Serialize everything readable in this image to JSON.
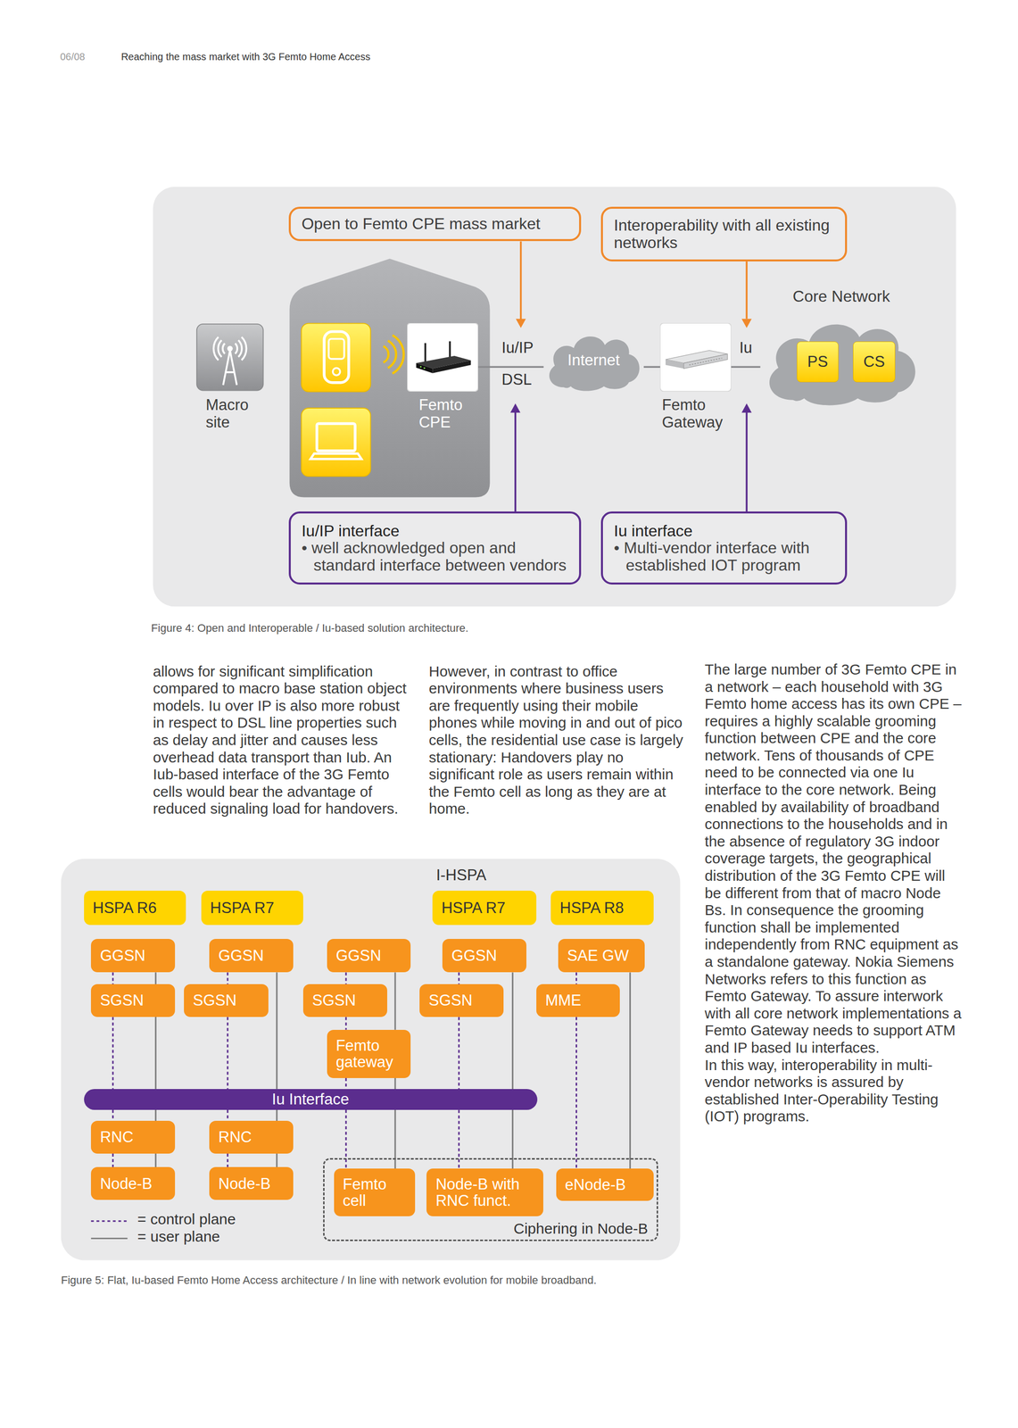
{
  "diagram": {
    "caption": "Figure 4: Open and Interoperable / Iu-based solution architecture.",
    "nodes": [
      {
        "text": [
          "Open to Femto CPE mass market"
        ]
      },
      {
        "text": [
          "Interoperability with all existing networks"
        ]
      },
      {
        "text": [
          "Core Network"
        ]
      },
      {
        "text": [
          "PS"
        ],
        "in": 2
      },
      {
        "text": [
          "CS"
        ],
        "in": 2
      },
      {
        "text": [
          "Macro site"
        ]
      },
      {
        "text": [
          "Femto CPE"
        ]
      },
      {
        "text": [
          "Internet"
        ]
      },
      {
        "text": [
          "Femto Gateway"
        ]
      },
      {
        "text": [
          "Iu/IP interface",
          "• well acknowledged open and standard interface between vendors"
        ]
      },
      {
        "text": [
          "Iu interface",
          "• Multi-vendor interface with established IOT program"
        ]
      },
      {
        "text": [
          "HSPA R6"
        ]
      },
      {
        "text": [
          "HSPA R7"
        ]
      },
      {
        "text": [
          "HSPA R7"
        ]
      },
      {
        "text": [
          "HSPA R8"
        ]
      },
      {
        "text": [
          "GGSN"
        ]
      },
      {
        "text": [
          "GGSN"
        ]
      },
      {
        "text": [
          "GGSN"
        ]
      },
      {
        "text": [
          "GGSN"
        ]
      },
      {
        "text": [
          "SAE GW"
        ]
      },
      {
        "text": [
          "SGSN"
        ]
      },
      {
        "text": [
          "SGSN"
        ]
      },
      {
        "text": [
          "SGSN"
        ]
      },
      {
        "text": [
          "SGSN"
        ]
      },
      {
        "text": [
          "MME"
        ]
      },
      {
        "text": [
          "Femto gateway"
        ]
      },
      {
        "text": [
          "Iu Interface"
        ]
      },
      {
        "text": [
          "RNC"
        ]
      },
      {
        "text": [
          "RNC"
        ]
      },
      {
        "text": [
          "Node-B"
        ]
      },
      {
        "text": [
          "Node-B"
        ]
      },
      {
        "text": [
          "Ciphering in Node-B"
        ]
      },
      {
        "text": [
          "Femto cell"
        ],
        "in": 31
      },
      {
        "text": [
          "Node-B with RNC funct."
        ],
        "in": 31
      },
      {
        "text": [
          "eNode-B"
        ],
        "in": 31
      }
    ],
    "edges": [
      {
        "from": 6,
        "to": 7,
        "label": "Iu/IP",
        "arrow": "none"
      },
      {
        "from": 7,
        "to": 8,
        "arrow": "none"
      },
      {
        "from": 8,
        "to": 2,
        "label": "Iu",
        "arrow": "none"
      },
      {
        "from": 15,
        "to": 20,
        "arrow": "none"
      },
      {
        "from": 20,
        "to": 26,
        "arrow": "none"
      },
      {
        "from": 26,
        "to": 27,
        "arrow": "none"
      },
      {
        "from": 27,
        "to": 29,
        "arrow": "none"
      },
      {
        "from": 15,
        "to": 26,
        "arrow": "none"
      },
      {
        "from": 26,
        "to": 29,
        "arrow": "none"
      },
      {
        "from": 16,
        "to": 21,
        "arrow": "none"
      },
      {
        "from": 21,
        "to": 26,
        "arrow": "none"
      },
      {
        "from": 26,
        "to": 28,
        "arrow": "none"
      },
      {
        "from": 28,
        "to": 30,
        "arrow": "none"
      },
      {
        "from": 16,
        "to": 26,
        "arrow": "none"
      },
      {
        "from": 26,
        "to": 30,
        "arrow": "none"
      },
      {
        "from": 17,
        "to": 22,
        "arrow": "none"
      },
      {
        "from": 22,
        "to": 25,
        "arrow": "none"
      },
      {
        "from": 25,
        "to": 26,
        "arrow": "none"
      },
      {
        "from": 26,
        "to": 32,
        "arrow": "none"
      },
      {
        "from": 17,
        "to": 25,
        "arrow": "none"
      },
      {
        "from": 25,
        "to": 32,
        "arrow": "none"
      },
      {
        "from": 18,
        "to": 23,
        "arrow": "none"
      },
      {
        "from": 23,
        "to": 33,
        "arrow": "none"
      },
      {
        "from": 18,
        "to": 33,
        "arrow": "none"
      },
      {
        "from": 19,
        "to": 24,
        "arrow": "none"
      },
      {
        "from": 24,
        "to": 34,
        "arrow": "none"
      },
      {
        "from": 19,
        "to": 34,
        "arrow": "none"
      }
    ],
    "labels": [
      "06/08",
      "Reaching the mass market with 3G Femto Home Access",
      "DSL",
      "allows for significant simplification compared to macro base station object models. Iu over IP is also more robust in respect to DSL line properties such as delay and jitter and causes less overhead data transport than Iub. An Iub-based interface of the 3G Femto cells would bear the advantage of reduced signaling load for handovers.",
      "However, in contrast to office environments where business users are frequently using their mobile phones while moving in and out of pico cells, the residential use case is largely stationary: Handovers play no significant role as users remain within the Femto cell as long as they are at home.",
      "The large number of 3G Femto CPE in a network – each household with 3G Femto home access has its own CPE – requires a highly scalable grooming function between CPE and the core network. Tens of thousands of CPE need to be connected via one Iu interface to the core network. Being enabled by availability of broadband connections to the households and in the absence of regulatory 3G indoor coverage targets, the geographical distribution of the 3G Femto CPE will be different from that of macro Node Bs. In consequence the grooming function shall be implemented independently from RNC equipment as a standalone gateway. Nokia Siemens Networks refers to this function as Femto Gateway. To assure interwork with all core network implementations a Femto Gateway needs to support ATM and IP based Iu interfaces.",
      "In this way, interoperability in multi-vendor networks is assured by established Inter-Operability Testing (IOT) programs.",
      "I-HSPA",
      "Figure 5: Flat, Iu-based Femto Home Access architecture / In line with network evolution for mobile broadband."
    ],
    "legend": [
      {
        "text": "= control plane"
      },
      {
        "text": "= user plane"
      }
    ]
  }
}
